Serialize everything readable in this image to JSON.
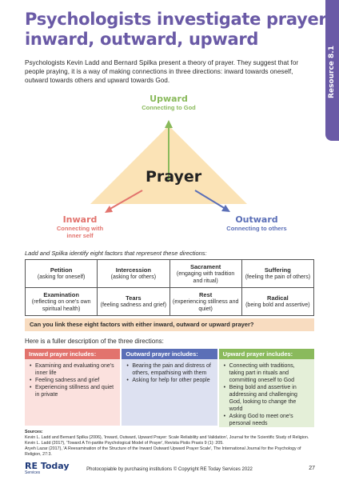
{
  "colors": {
    "purple": "#6a5aa6",
    "inward": "#e2736d",
    "outward": "#5b6fb7",
    "upward": "#8aba5c",
    "triangle": "#fbe3b6"
  },
  "side_tab": {
    "label": "Resource 8.1"
  },
  "title": {
    "line1": "Psychologists investigate prayer:",
    "line2": "inward, outward, upward"
  },
  "intro": "Psychologists Kevin Ladd and Bernard Spilka present a theory of prayer. They suggest that for people praying, it is a way of making connections in three directions: inward towards oneself, outward towards others and upward towards God.",
  "diagram": {
    "center": "Prayer",
    "upward": {
      "name": "Upward",
      "sub": "Connecting to God"
    },
    "inward": {
      "name": "Inward",
      "sub_line1": "Connecting with",
      "sub_line2": "inner self"
    },
    "outward": {
      "name": "Outward",
      "sub": "Connecting to others"
    }
  },
  "caption": "Ladd and Spilka identify eight factors that represent these directions:",
  "factors": [
    [
      {
        "name": "Petition",
        "desc": "(asking for oneself)"
      },
      {
        "name": "Intercession",
        "desc": "(asking for others)"
      },
      {
        "name": "Sacrament",
        "desc": "(engaging with tradition and ritual)"
      },
      {
        "name": "Suffering",
        "desc": "(feeling the pain of others)"
      }
    ],
    [
      {
        "name": "Examination",
        "desc": "(reflecting on one's own spiritual health)"
      },
      {
        "name": "Tears",
        "desc": "(feeling sadness and grief)"
      },
      {
        "name": "Rest",
        "desc": "(experiencing stillness and quiet)"
      },
      {
        "name": "Radical",
        "desc": "(being bold and assertive)"
      }
    ]
  ],
  "question": "Can you link these eight factors with either inward, outward or upward prayer?",
  "fuller": "Here is a fuller description of the three directions:",
  "columns": {
    "inward": {
      "heading": "Inward prayer includes:",
      "items": [
        "Examining and evaluating one's inner life",
        "Feeling sadness and grief",
        "Experiencing stillness and quiet in private"
      ]
    },
    "outward": {
      "heading": "Outward prayer includes:",
      "items": [
        "Bearing the pain and distress of others, empathising with them",
        "Asking for help for other people"
      ]
    },
    "upward": {
      "heading": "Upward prayer includes:",
      "items": [
        "Connecting with traditions, taking part in rituals and committing oneself to God",
        "Being bold and assertive in addressing and challenging God, looking to change the world",
        "Asking God to meet one's personal needs"
      ]
    }
  },
  "sources": {
    "heading": "Sources:",
    "lines": [
      "Kevin L. Ladd and Bernard Spilka (2006), 'Inward, Outward, Upward Prayer: Scale Reliability and Validation', Journal for the Scientific Study of Religion.",
      "Kevin L. Ladd (2017), 'Toward A Tri-partite Psychological Model of Prayer', Revista Pistis Praxis 9 (1): 205.",
      "Aryeh Lazar (2017), 'A Reexamination of the Structure of the Inward Outward Upward Prayer Scale', The International Journal for the Psychology of Religion, 27:3."
    ]
  },
  "footer": {
    "logo": "RE Today",
    "logo_sub": "Services",
    "copyright": "Photocopiable by purchasing institutions © Copyright RE Today Services 2022",
    "page": "27"
  }
}
